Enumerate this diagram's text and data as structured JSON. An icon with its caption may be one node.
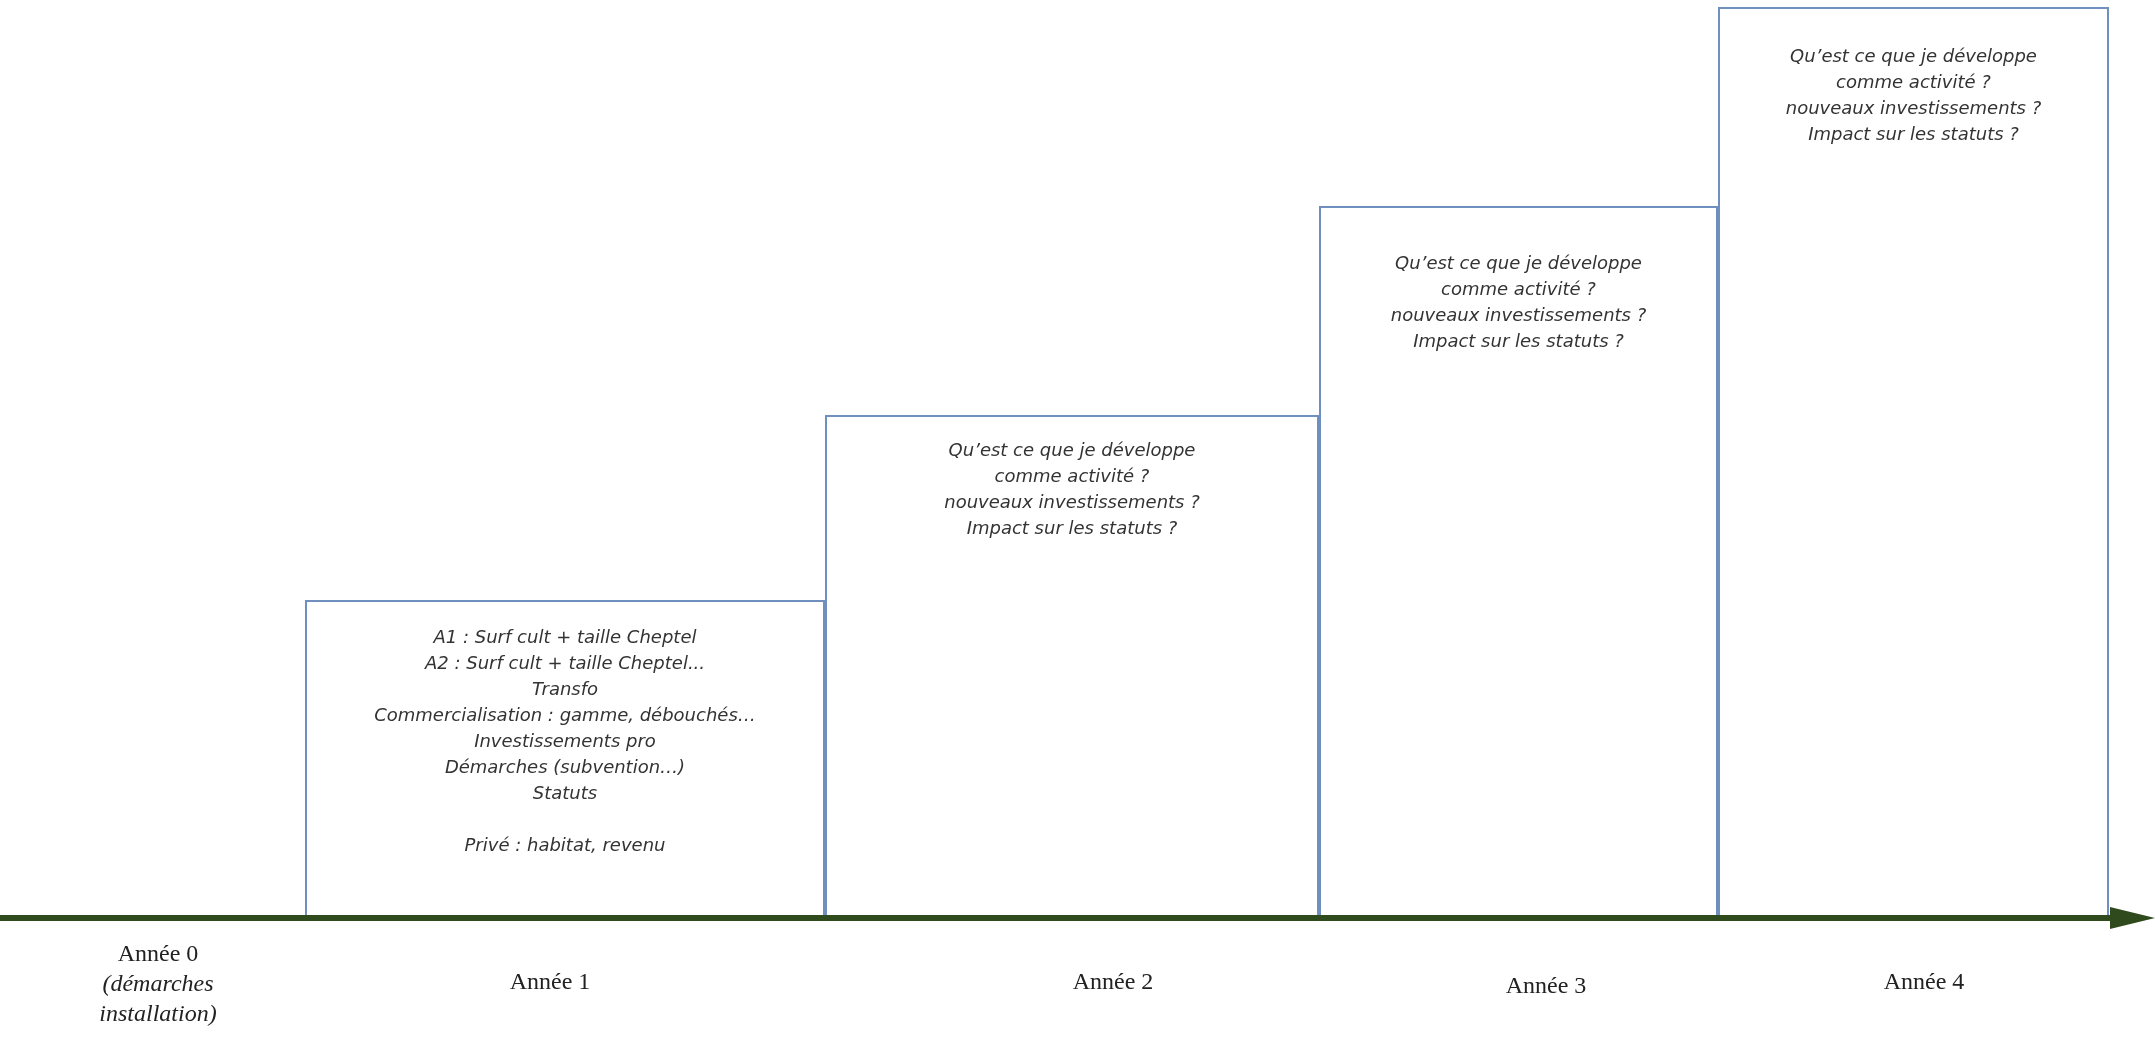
{
  "diagram": {
    "nodes": [
      {
        "text": [
          "A1 : Surf cult + taille Cheptel",
          "A2 : Surf cult + taille Cheptel...",
          "Transfo",
          "Commercialisation : gamme, débouchés…",
          "Investissements pro",
          "Démarches (subvention…)",
          "Statuts",
          "Privé : habitat, revenu"
        ]
      },
      {
        "text": [
          "Qu’est ce que je développe comme activité ?",
          "nouveaux investissements ?",
          "Impact sur les statuts ?"
        ]
      },
      {
        "text": [
          "Qu’est ce que je développe comme activité ?",
          "nouveaux investissements ?",
          "Impact sur les statuts ?"
        ]
      },
      {
        "text": [
          "Qu’est ce que je développe comme activité ?",
          "nouveaux investissements ?",
          "Impact sur les statuts ?"
        ]
      }
    ],
    "edges": [],
    "labels": [
      "Année 0",
      "(démarches installation)",
      "Année 1",
      "Année 2",
      "Année 3",
      "Année 4"
    ]
  }
}
